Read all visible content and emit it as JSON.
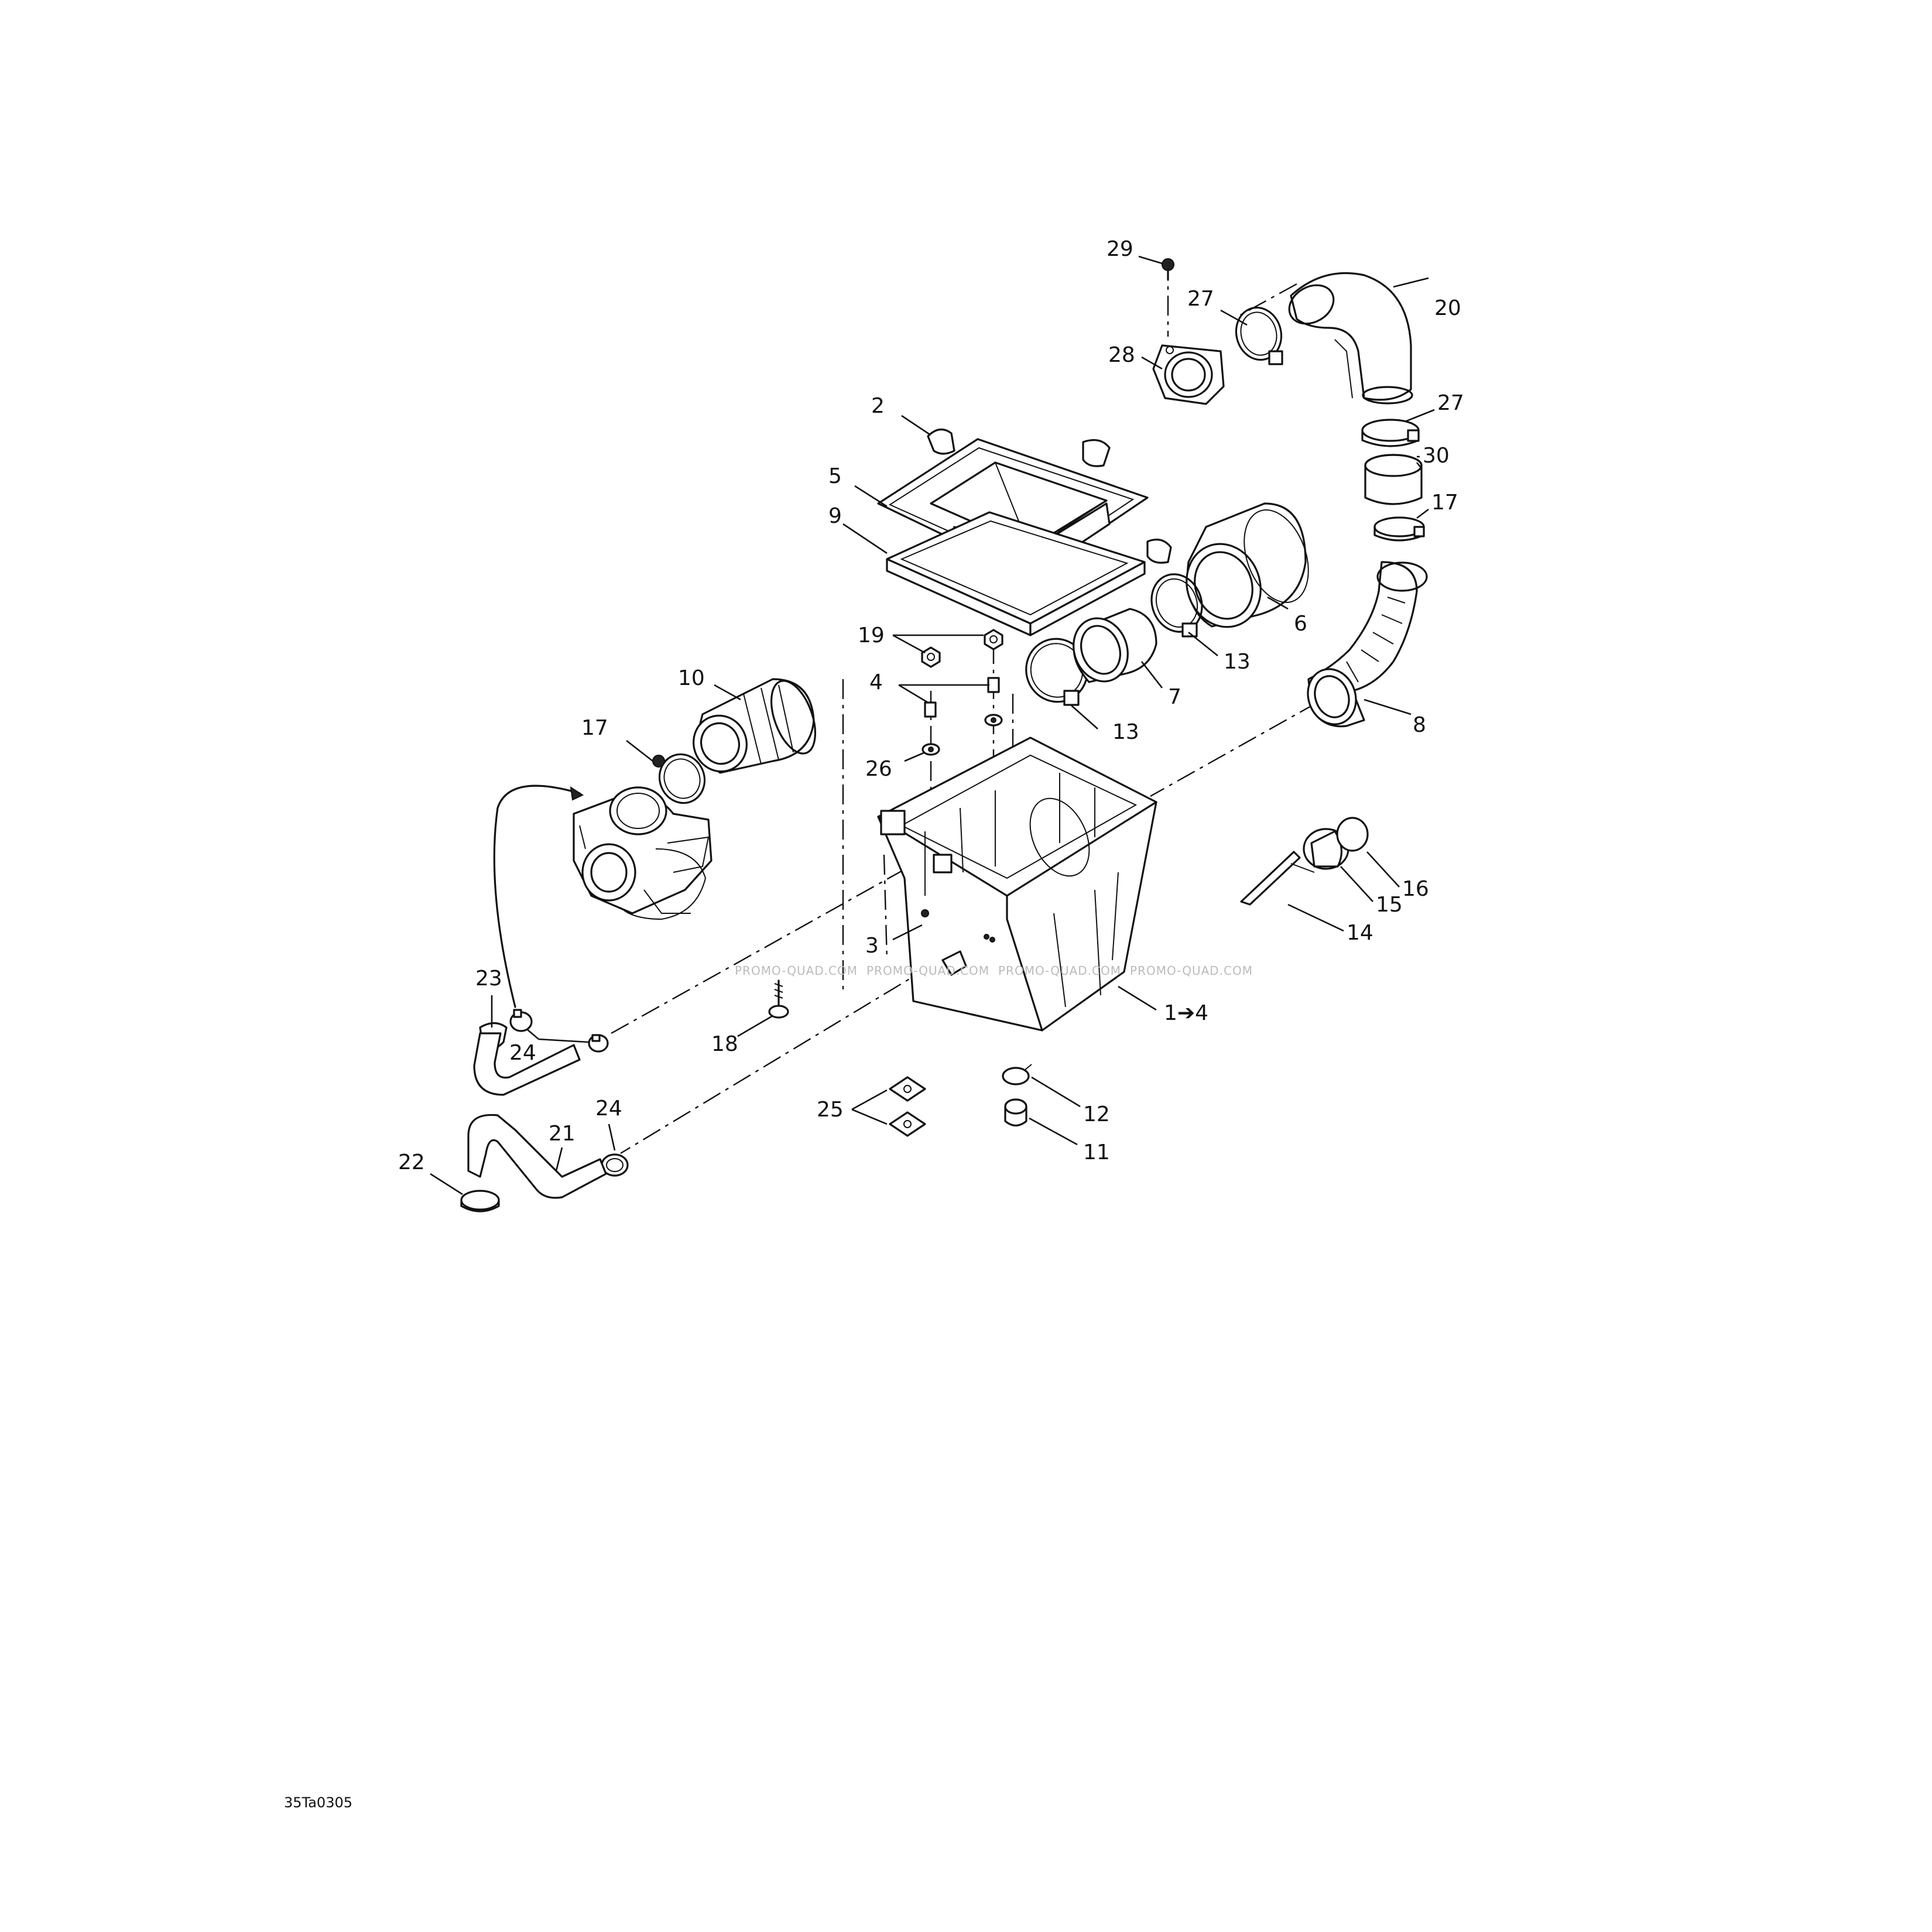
{
  "drawing_ref": "35Ta0305",
  "watermark": "PROMO-QUAD.COM",
  "callouts": {
    "c29": "29",
    "c27a": "27",
    "c20": "20",
    "c28": "28",
    "c27b": "27",
    "c2": "2",
    "c30": "30",
    "c5": "5",
    "c17a": "17",
    "c9": "9",
    "c6": "6",
    "c13a": "13",
    "c19": "19",
    "c7": "7",
    "c10": "10",
    "c4": "4",
    "c8": "8",
    "c13b": "13",
    "c17b": "17",
    "c26": "26",
    "c16": "16",
    "c15": "15",
    "c14": "14",
    "c3": "3",
    "c23": "23",
    "c1to4": "1➔4",
    "c18": "18",
    "c24a": "24",
    "c12": "12",
    "c25": "25",
    "c24b": "24",
    "c11": "11",
    "c21": "21",
    "c22": "22"
  }
}
